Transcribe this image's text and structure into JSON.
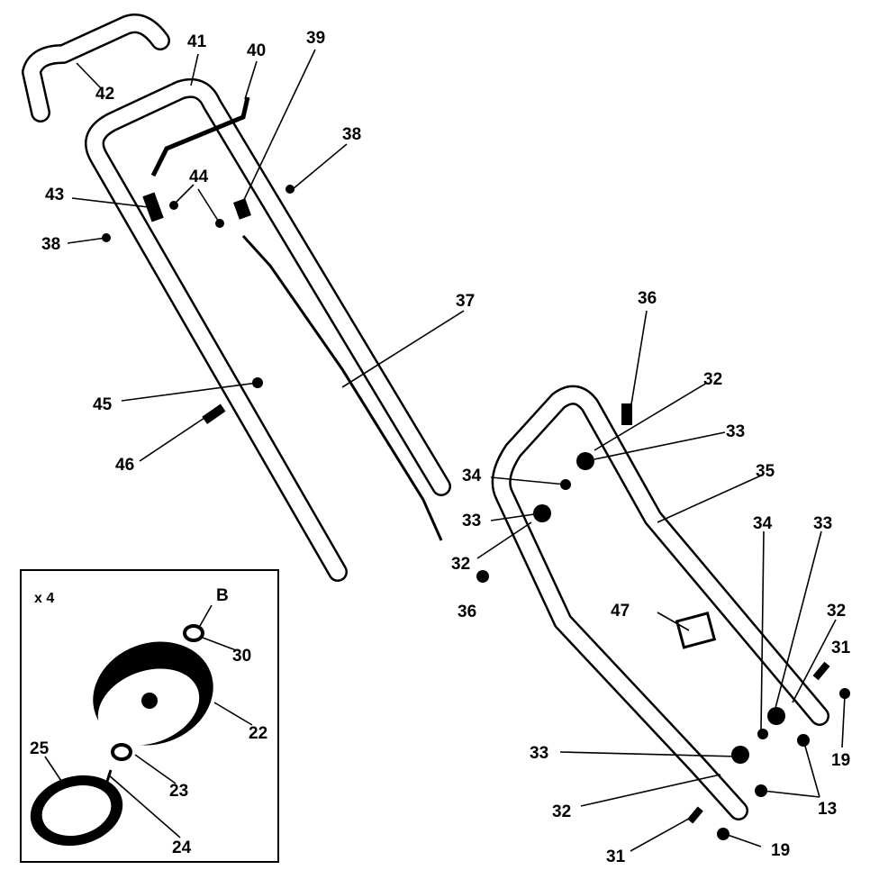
{
  "diagram": {
    "upper_handle_labels": {
      "l41": "41",
      "l40": "40",
      "l39": "39",
      "l42": "42",
      "l38a": "38",
      "l43": "43",
      "l44": "44",
      "l38b": "38",
      "l37": "37",
      "l45": "45",
      "l46": "46"
    },
    "lower_handle_labels": {
      "l36a": "36",
      "l32a": "32",
      "l33a": "33",
      "l35": "35",
      "l34a": "34",
      "l33b": "33",
      "l32b": "32",
      "l36b": "36",
      "l34b": "34",
      "l33c": "33",
      "l47": "47",
      "l32c": "32",
      "l31a": "31",
      "l19a": "19",
      "l33d": "33",
      "l13": "13",
      "l32d": "32",
      "l31b": "31",
      "l19b": "19"
    },
    "wheel_inset": {
      "quantity": "x 4",
      "l_b": "B",
      "l30": "30",
      "l22": "22",
      "l25": "25",
      "l23": "23",
      "l24": "24"
    }
  }
}
